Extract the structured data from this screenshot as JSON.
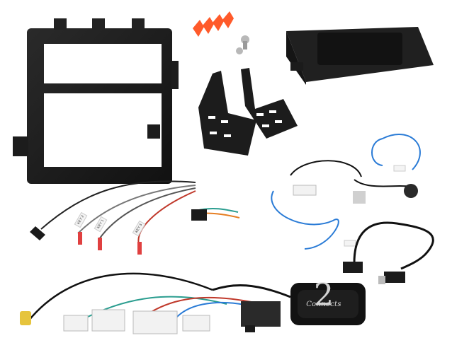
{
  "labels": {
    "key1": "KEY 1",
    "key2": "KEY 2",
    "key3": "KEY 3",
    "logo_brand": "Connects",
    "logo_number": "2"
  },
  "colors": {
    "plastic": "#1b1b1b",
    "clip": "#ff5a2a",
    "connector": "#f2f2f2",
    "red_wire": "#c0392b",
    "blue_wire": "#2a7bd6"
  }
}
